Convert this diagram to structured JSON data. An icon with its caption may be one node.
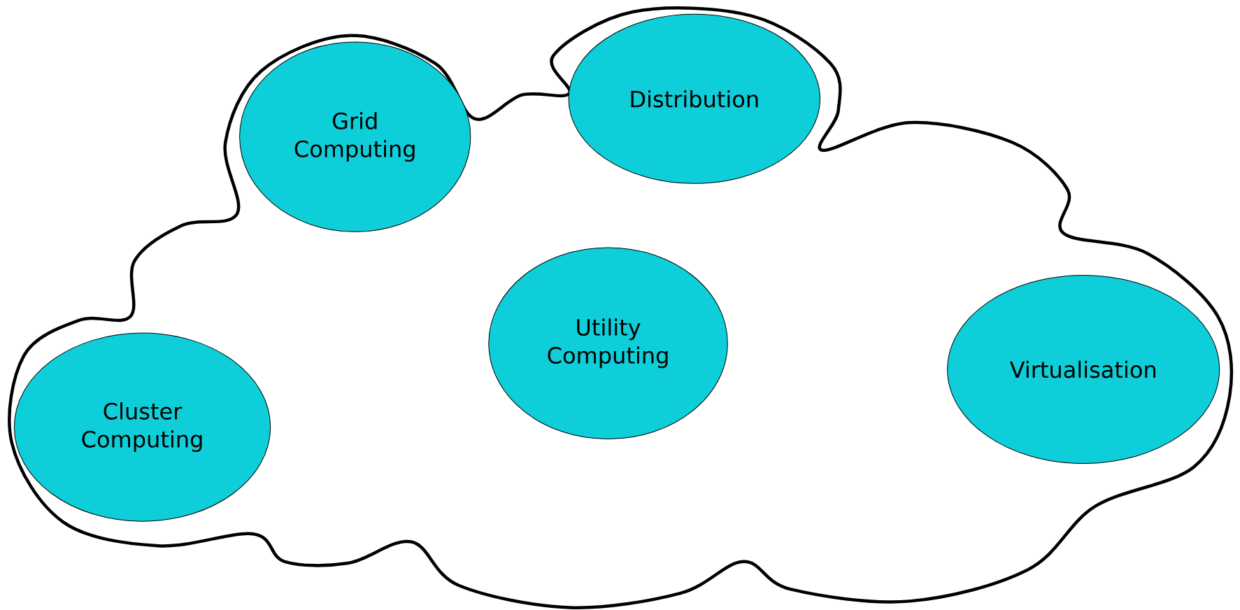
{
  "diagram": {
    "nodes": [
      {
        "text": [],
        "shape": "cloud"
      },
      {
        "text": [
          "Grid Computing"
        ],
        "in": 0
      },
      {
        "text": [
          "Distribution"
        ],
        "in": 0
      },
      {
        "text": [
          "Utility Computing"
        ],
        "in": 0
      },
      {
        "text": [
          "Virtualisation"
        ],
        "in": 0
      },
      {
        "text": [
          "Cluster Computing"
        ],
        "in": 0
      }
    ]
  }
}
